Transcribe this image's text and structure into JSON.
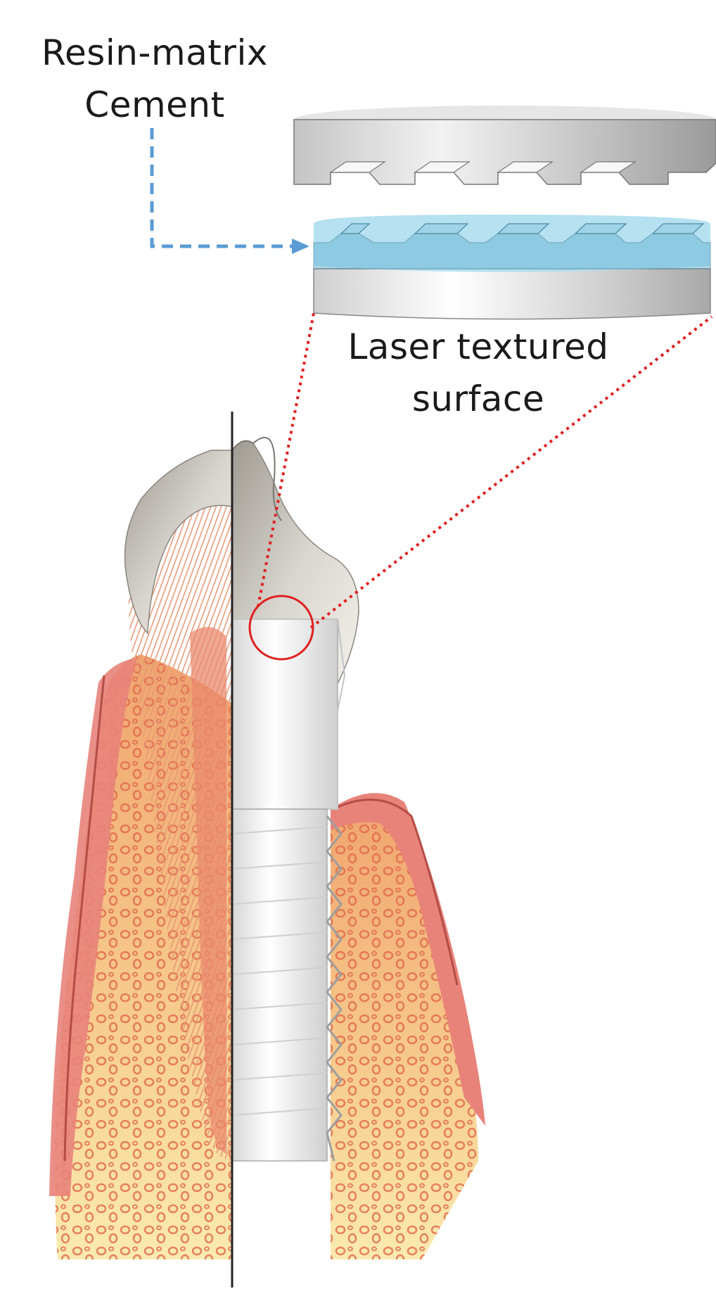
{
  "labels": {
    "cement_line1": "Resin-matrix",
    "cement_line2": "Cement",
    "laser_line1": "Laser textured",
    "laser_line2": "surface"
  },
  "colors": {
    "cement_arrow": "#5b9bd5",
    "magnify_lines": "#e02020",
    "cement_layer": "#a8dcef",
    "disc_gray": "#b9b9b9",
    "gingiva": "#e8837a",
    "bone": "#f3b27a",
    "bone_pores": "#e0674b",
    "pdl_fibers": "#ea9a80",
    "crown": "#c9c6bf",
    "implant": "#eeeeee"
  }
}
